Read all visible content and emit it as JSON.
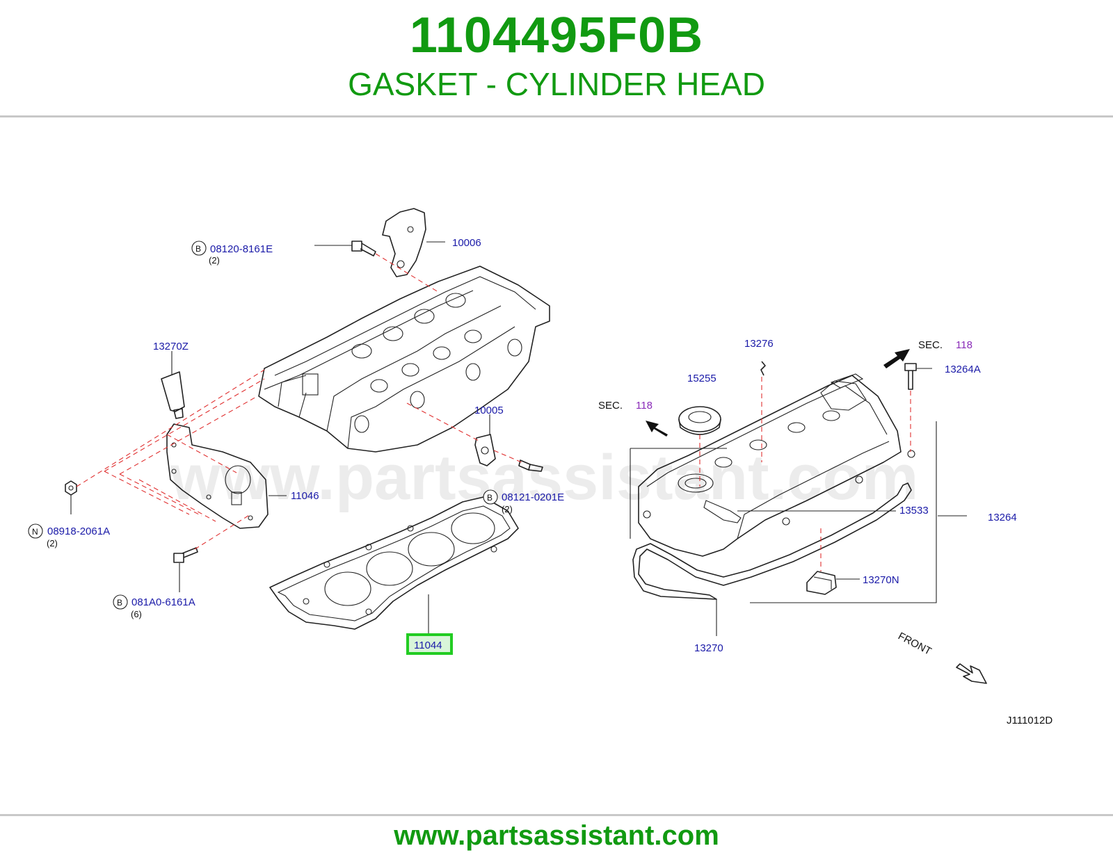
{
  "header": {
    "part_number": "1104495F0B",
    "part_name": "GASKET - CYLINDER HEAD"
  },
  "diagram": {
    "watermark": "www.partsassistant.com",
    "diagram_code": "J111012D",
    "front_label": "FRONT",
    "highlighted_callout": "11044",
    "highlight_color": "#22cc22",
    "callouts": {
      "c10006": "10006",
      "c08120": "08120-8161E",
      "c08120_prefix": "B",
      "c08120_qty": "(2)",
      "c13270Z": "13270Z",
      "c10005": "10005",
      "c08121": "08121-0201E",
      "c08121_prefix": "B",
      "c08121_qty": "(2)",
      "c11046": "11046",
      "c08918": "08918-2061A",
      "c08918_prefix": "N",
      "c08918_qty": "(2)",
      "c081A0": "081A0-6161A",
      "c081A0_prefix": "B",
      "c081A0_qty": "(6)",
      "c11044": "11044",
      "c13276": "13276",
      "c15255": "15255",
      "sec_label": "SEC.",
      "sec_num": "118",
      "c13264A": "13264A",
      "c13533": "13533",
      "c13264": "13264",
      "c13270N": "13270N",
      "c13270": "13270"
    }
  },
  "footer": {
    "url": "www.partsassistant.com"
  }
}
